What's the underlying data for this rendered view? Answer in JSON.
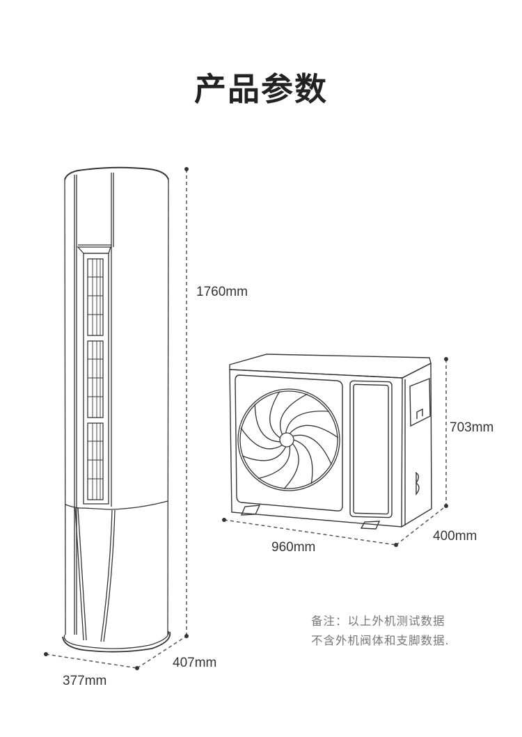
{
  "title": "产品参数",
  "indoor_unit": {
    "height": "1760mm",
    "width": "377mm",
    "depth": "407mm"
  },
  "outdoor_unit": {
    "height": "703mm",
    "width": "960mm",
    "depth": "400mm"
  },
  "note": {
    "line1": "备注：以上外机测试数据",
    "line2": "不含外机阀体和支脚数据."
  },
  "colors": {
    "line": "#333333",
    "dim": "#444444",
    "note": "#777777"
  }
}
